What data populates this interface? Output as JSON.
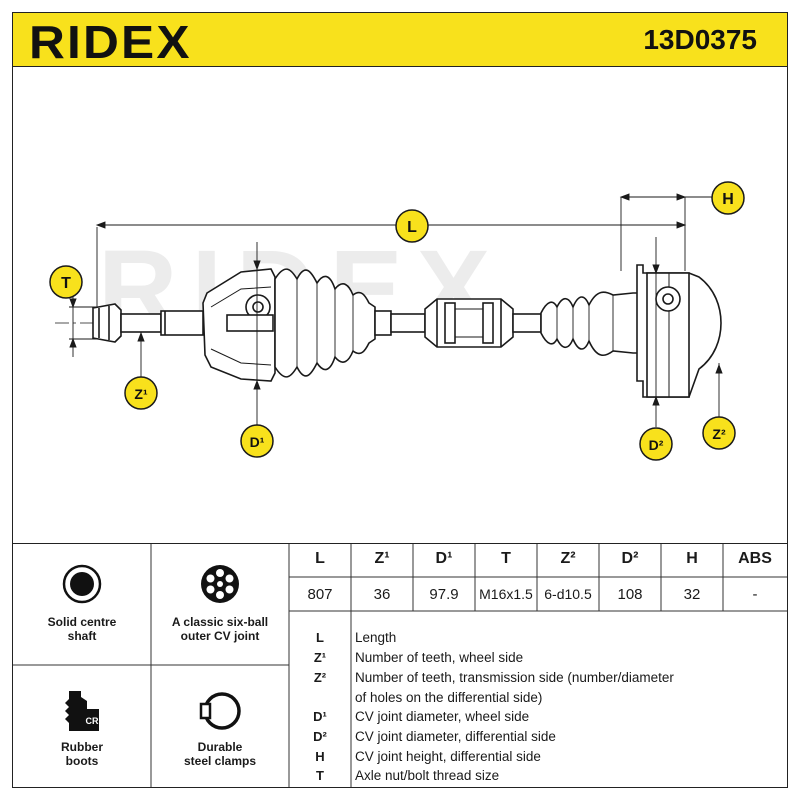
{
  "header": {
    "brand": "RIDEX",
    "part_number": "13D0375"
  },
  "diagram": {
    "labels": {
      "L": "L",
      "H": "H",
      "T": "T",
      "Z1": "Z¹",
      "D1": "D¹",
      "D2": "D²",
      "Z2": "Z²"
    },
    "watermark": "RIDEX",
    "colors": {
      "badge": "#f8e11c",
      "line": "#1a1a1a"
    }
  },
  "features": [
    {
      "label_line1": "Solid centre",
      "label_line2": "shaft",
      "icon": "solid-shaft-icon"
    },
    {
      "label_line1": "A classic six-ball",
      "label_line2": "outer CV joint",
      "icon": "six-ball-joint-icon"
    },
    {
      "label_line1": "Rubber",
      "label_line2": "boots",
      "icon": "rubber-boot-icon",
      "badge": "CR"
    },
    {
      "label_line1": "Durable",
      "label_line2": "steel clamps",
      "icon": "steel-clamp-icon"
    }
  ],
  "specs": {
    "headers": [
      "L",
      "Z¹",
      "D¹",
      "T",
      "Z²",
      "D²",
      "H",
      "ABS"
    ],
    "values": [
      "807",
      "36",
      "97.9",
      "M16x1.5",
      "6-d10.5",
      "108",
      "32",
      "-"
    ]
  },
  "legend": [
    {
      "key": "L",
      "text": "Length"
    },
    {
      "key": "Z¹",
      "text": "Number of teeth, wheel side"
    },
    {
      "key": "Z²",
      "text": "Number of teeth, transmission side (number/diameter"
    },
    {
      "key": "",
      "text": "of holes on the differential side)"
    },
    {
      "key": "D¹",
      "text": "CV joint diameter, wheel side"
    },
    {
      "key": "D²",
      "text": "CV joint diameter, differential side"
    },
    {
      "key": "H",
      "text": "CV joint height, differential side"
    },
    {
      "key": "T",
      "text": "Axle nut/bolt thread size"
    }
  ]
}
